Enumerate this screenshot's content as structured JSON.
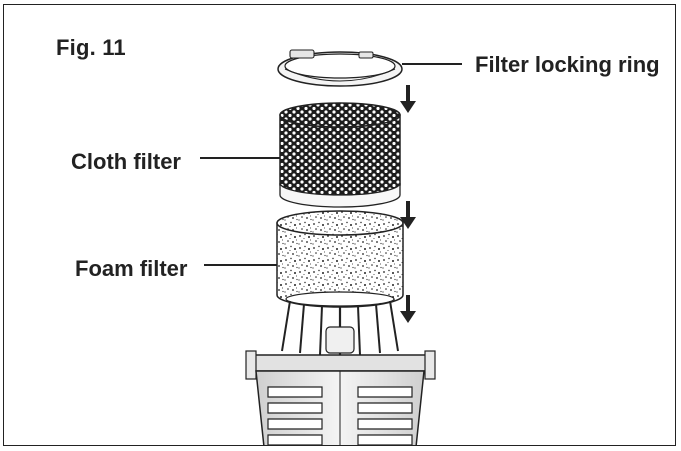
{
  "figure": {
    "label": "Fig. 11"
  },
  "callouts": {
    "locking_ring": "Filter locking ring",
    "cloth_filter": "Cloth filter",
    "foam_filter": "Foam filter"
  },
  "colors": {
    "line": "#222222",
    "background": "#ffffff",
    "housing_light": "#f2f2f2",
    "housing_mid": "#dcdcdc"
  }
}
